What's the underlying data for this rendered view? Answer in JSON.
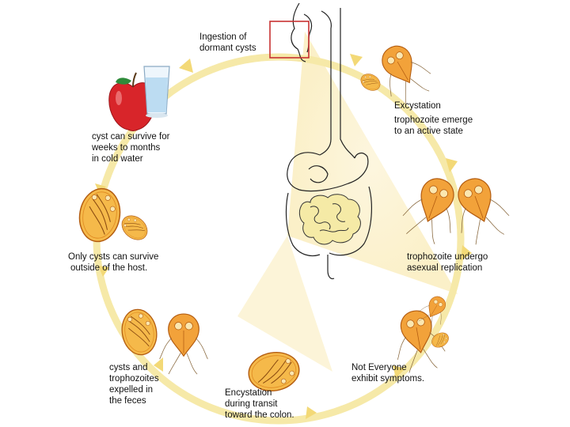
{
  "colors": {
    "cycle_ring": "#f6e9a8",
    "cycle_arrow": "#f3d977",
    "wedge": "#fbf1cf",
    "organism_fill": "#f2a23a",
    "organism_stroke": "#b35c10",
    "cyst_fill": "#f5b94a",
    "highlight_box": "#c83232",
    "apple": "#d8252a",
    "leaf": "#2e8b3a",
    "water": "#bcdcf2"
  },
  "icons": [
    "apple-icon",
    "water-glass-icon",
    "human-digestive-tract-icon",
    "trophozoite-icon",
    "cyst-icon"
  ],
  "labels": {
    "ingestion": [
      "Ingestion of",
      "dormant cysts"
    ],
    "excystation_title": "Excystation",
    "excystation_body": [
      "trophozoite emerge",
      "to an active state"
    ],
    "replication": [
      "trophozoite undergo",
      "asexual replication"
    ],
    "symptoms": [
      "Not Everyone",
      "exhibit symptoms."
    ],
    "encystation_title": "Encystation",
    "encystation_body": [
      "during transit",
      "toward the colon."
    ],
    "expelled": [
      "cysts and",
      "trophozoites",
      "expelled in",
      "the feces"
    ],
    "only_cysts": [
      "Only cysts can survive",
      "outside of the host."
    ],
    "cyst_survive": [
      "cyst can survive for",
      "weeks to months",
      "in cold water"
    ]
  }
}
